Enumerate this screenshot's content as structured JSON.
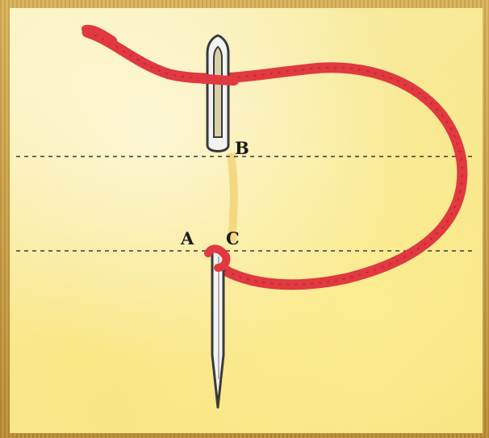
{
  "figure": {
    "point_labels": {
      "b": "B",
      "a": "A",
      "c": "C"
    }
  },
  "colors": {
    "thread": "#e0393f",
    "thread_dark": "#b8262c",
    "paper": "#f8ea9a",
    "needle": "#3a3a3a",
    "stitch_line": "#3a3a3a"
  },
  "icons": [
    "needle-icon",
    "thread-icon"
  ]
}
